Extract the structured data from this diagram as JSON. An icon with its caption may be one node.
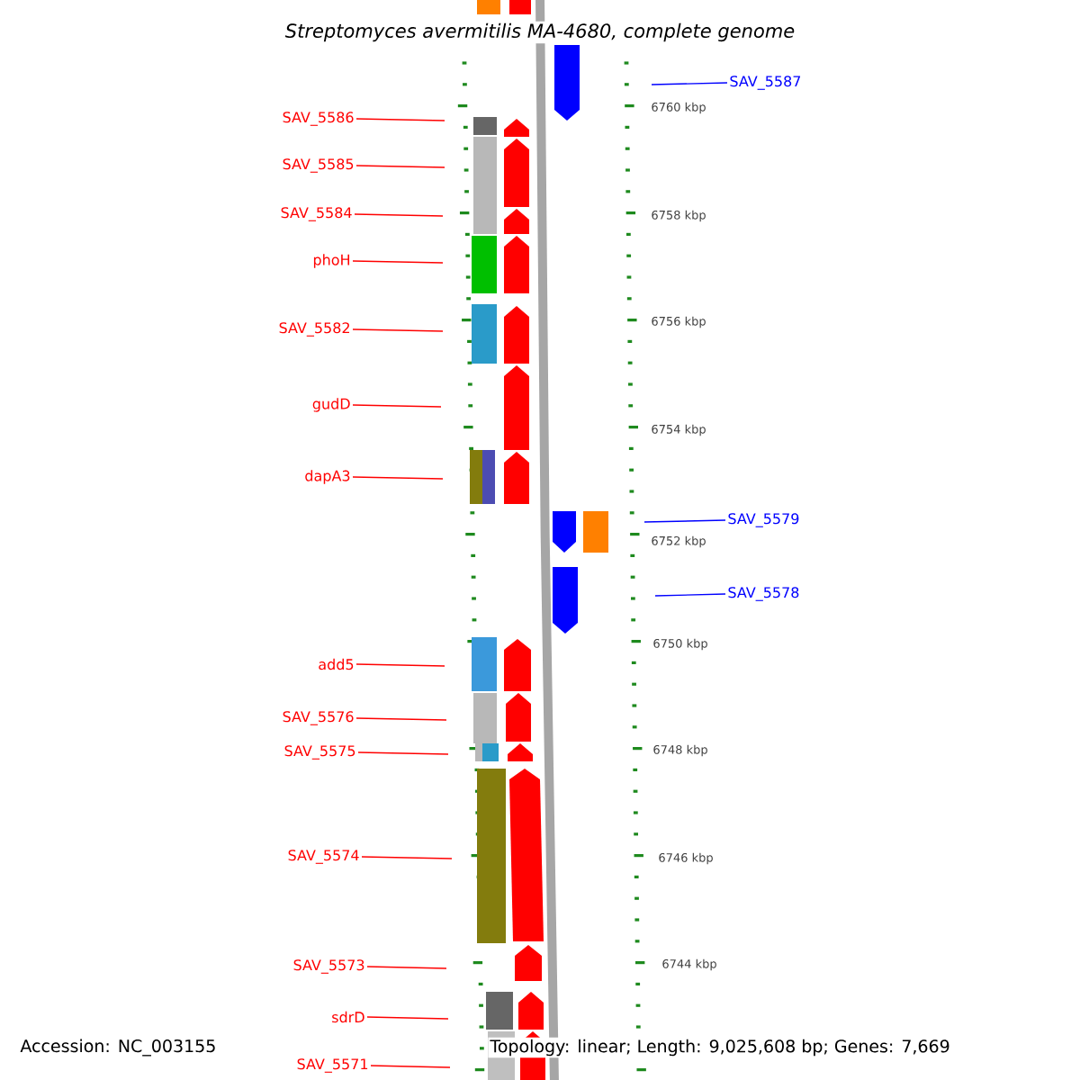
{
  "diagram": {
    "title": "Streptomyces avermitilis MA-4680, complete genome",
    "nodes": [
      {
        "text": [
          "SAV_5587"
        ]
      },
      {
        "text": [
          "SAV_5586"
        ]
      },
      {
        "text": [
          "SAV_5585"
        ]
      },
      {
        "text": [
          "SAV_5584"
        ]
      },
      {
        "text": [
          "phoH"
        ]
      },
      {
        "text": [
          "SAV_5582"
        ]
      },
      {
        "text": [
          "gudD"
        ]
      },
      {
        "text": [
          "dapA3"
        ]
      },
      {
        "text": [
          "SAV_5579"
        ]
      },
      {
        "text": [
          "SAV_5578"
        ]
      },
      {
        "text": [
          "add5"
        ]
      },
      {
        "text": [
          "SAV_5576"
        ]
      },
      {
        "text": [
          "SAV_5575"
        ]
      },
      {
        "text": [
          "SAV_5574"
        ]
      },
      {
        "text": [
          "SAV_5573"
        ]
      },
      {
        "text": [
          "sdrD"
        ]
      },
      {
        "text": [
          "SAV_5571"
        ]
      }
    ],
    "edges": [
      {
        "from": 0,
        "to": null,
        "arrow": "none",
        "color": "#0000ff"
      },
      {
        "from": 1,
        "to": null,
        "arrow": "none"
      },
      {
        "from": 2,
        "to": null,
        "arrow": "none"
      },
      {
        "from": 3,
        "to": null,
        "arrow": "none"
      },
      {
        "from": 4,
        "to": null,
        "arrow": "none"
      },
      {
        "from": 5,
        "to": null,
        "arrow": "none"
      },
      {
        "from": 6,
        "to": null,
        "arrow": "none"
      },
      {
        "from": 7,
        "to": null,
        "arrow": "none"
      },
      {
        "from": 8,
        "to": null,
        "arrow": "none",
        "color": "#0000ff"
      },
      {
        "from": 9,
        "to": null,
        "arrow": "none",
        "color": "#0000ff"
      },
      {
        "from": 10,
        "to": null,
        "arrow": "none"
      },
      {
        "from": 11,
        "to": null,
        "arrow": "none"
      },
      {
        "from": 12,
        "to": null,
        "arrow": "none"
      },
      {
        "from": 13,
        "to": null,
        "arrow": "none"
      },
      {
        "from": 14,
        "to": null,
        "arrow": "none"
      },
      {
        "from": 15,
        "to": null,
        "arrow": "none"
      },
      {
        "from": 16,
        "to": null,
        "arrow": "none"
      }
    ],
    "labels": [
      "6760 kbp",
      "6758 kbp",
      "6756 kbp",
      "6754 kbp",
      "6752 kbp",
      "6750 kbp",
      "6748 kbp",
      "6746 kbp",
      "6744 kbp",
      "Accession: NC_003155",
      "Topology: linear; Length: 9,025,608 bp; Genes: 7,669"
    ]
  }
}
